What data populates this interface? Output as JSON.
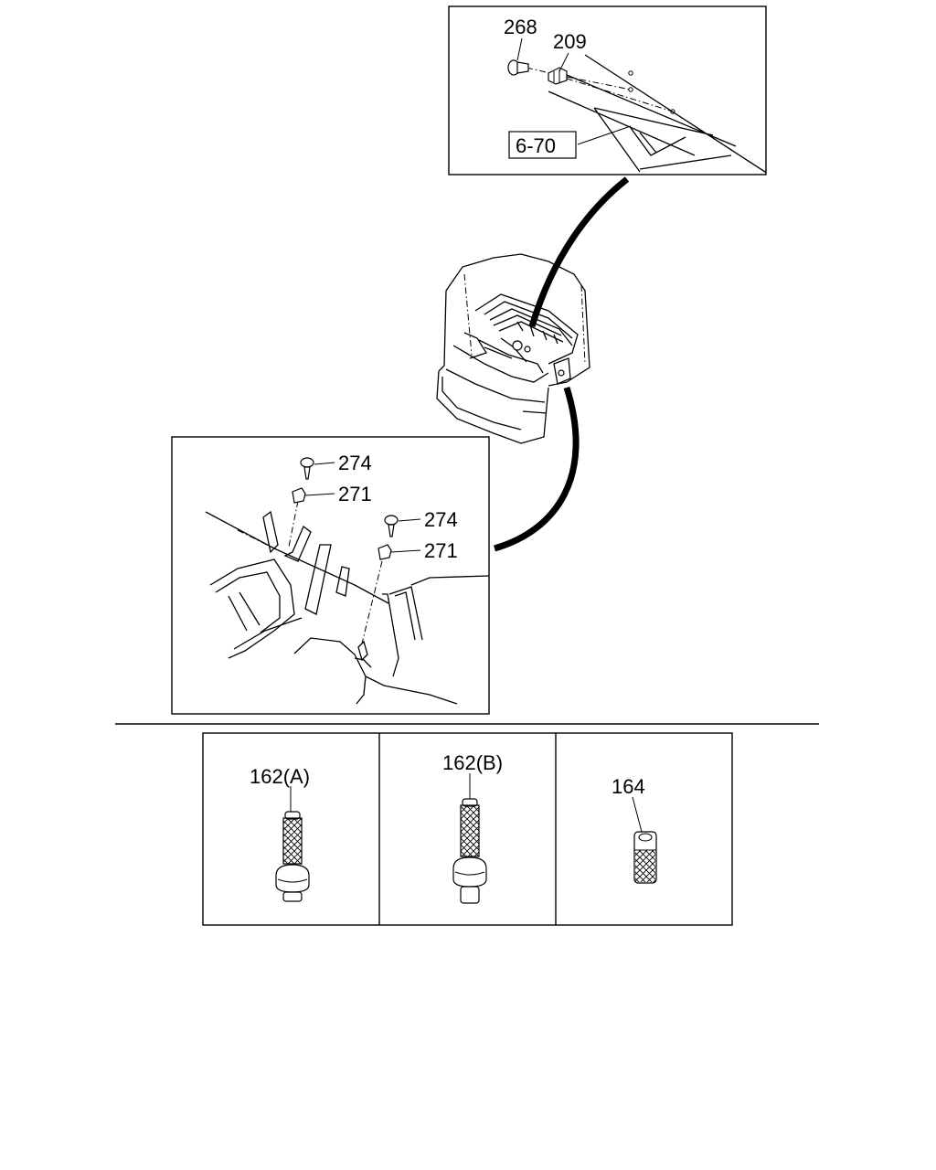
{
  "callouts": {
    "top": {
      "p268": "268",
      "p209": "209",
      "ref": "6-70"
    },
    "middle": {
      "p274_a": "274",
      "p271_a": "271",
      "p274_b": "274",
      "p271_b": "271"
    },
    "bottom": {
      "p162a": "162(A)",
      "p162b": "162(B)",
      "p164": "164"
    }
  },
  "colors": {
    "line": "#000000",
    "background": "#ffffff"
  }
}
